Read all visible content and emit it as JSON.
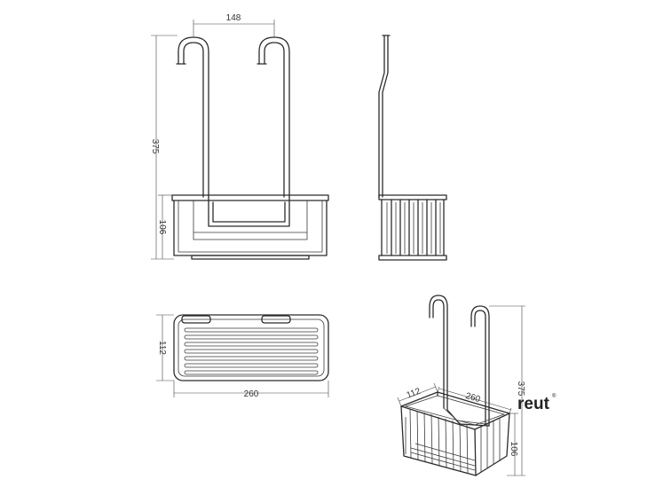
{
  "front_view": {
    "dim_hook_spacing": "148",
    "dim_total_height": "375",
    "dim_basket_height": "106"
  },
  "top_view": {
    "dim_depth": "112",
    "dim_width": "260"
  },
  "iso_view": {
    "dim_depth": "112",
    "dim_width": "260",
    "dim_total_height": "375",
    "dim_basket_height": "106"
  },
  "brand": {
    "name": "reut",
    "registered_mark": "®"
  }
}
